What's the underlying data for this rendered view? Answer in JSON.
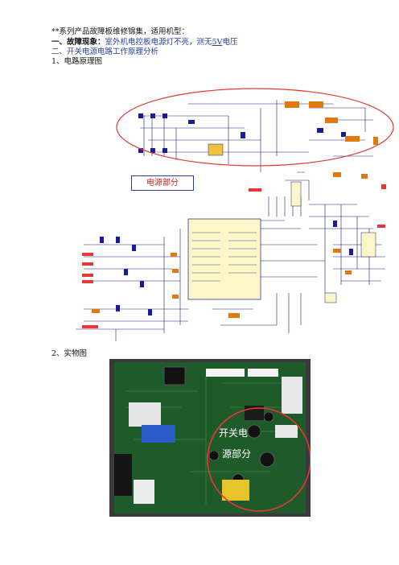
{
  "header": {
    "title_line": "**系列产品故障板维修锦集，适用机型：",
    "fault_label": "一、故障现象：",
    "fault_desc_pre": "室外机电控板电源灯不亮，测无",
    "fault_voltage": "5V",
    "fault_desc_post": "电压",
    "section_two": "二、开关电源电路工作原理分析",
    "sub_one": "1、电路原理图",
    "sub_two": "2、实物图"
  },
  "schematic": {
    "callout_label": "电源部分",
    "highlight_color": "#e53935"
  },
  "photo": {
    "overlay_text_1": "开关电",
    "overlay_text_2": "源部分",
    "board_color": "#1f5a2a",
    "highlight_color": "#e53935"
  }
}
